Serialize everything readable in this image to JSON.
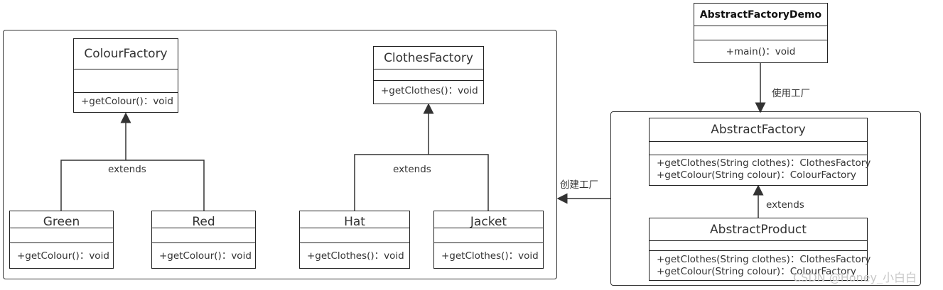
{
  "classes": {
    "colour_factory": {
      "name": "ColourFactory",
      "ops": [
        "+getColour()：void"
      ]
    },
    "clothes_factory": {
      "name": "ClothesFactory",
      "ops": [
        "+getClothes()：void"
      ]
    },
    "green": {
      "name": "Green",
      "ops": [
        "+getColour()：void"
      ]
    },
    "red": {
      "name": "Red",
      "ops": [
        "+getColour()：void"
      ]
    },
    "hat": {
      "name": "Hat",
      "ops": [
        "+getClothes()：void"
      ]
    },
    "jacket": {
      "name": "Jacket",
      "ops": [
        "+getClothes()：void"
      ]
    },
    "demo": {
      "name": "AbstractFactoryDemo",
      "ops": [
        "+main()：void"
      ]
    },
    "abstract_factory": {
      "name": "AbstractFactory",
      "ops": [
        "+getClothes(String clothes)：ClothesFactory",
        "+getColour(String colour)：ColourFactory"
      ]
    },
    "abstract_product": {
      "name": "AbstractProduct",
      "ops": [
        "+getClothes(String clothes)：ClothesFactory",
        "+getColour(String colour)：ColourFactory"
      ]
    }
  },
  "labels": {
    "extends_left": "extends",
    "extends_mid": "extends",
    "extends_right": "extends",
    "use_factory": "使用工厂",
    "create_factory": "创建工厂"
  },
  "watermark": "CSDN @Honey_小白白"
}
